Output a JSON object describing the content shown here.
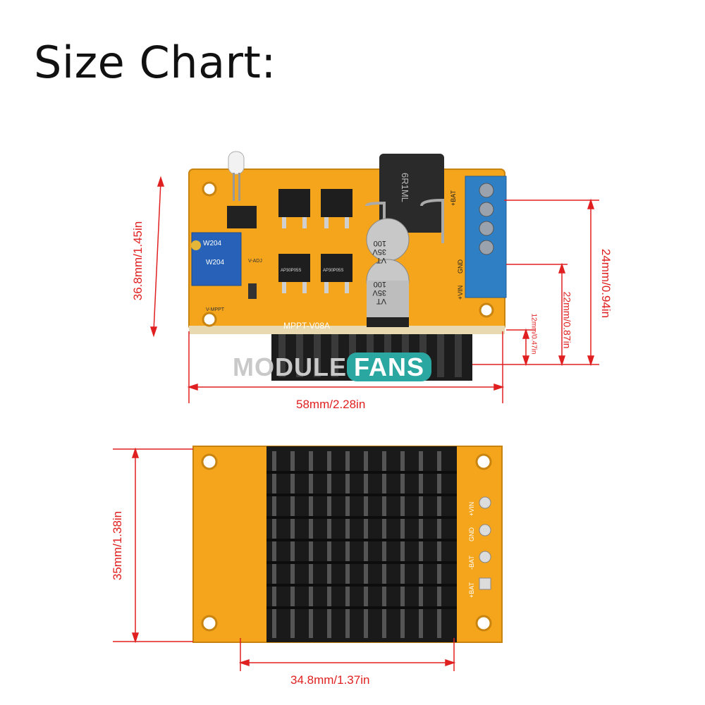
{
  "title": "Size Chart:",
  "dimensions": {
    "top_height": "36.8mm/1.45in",
    "top_width": "58mm/2.28in",
    "right_24": "24mm/0.94in",
    "right_22": "22mm/0.87in",
    "right_12": "12mm/0.47in",
    "bottom_height": "35mm/1.38in",
    "bottom_width": "34.8mm/1.37in"
  },
  "board_labels": {
    "model": "MPPT-V08A",
    "inductor": "6R1ML",
    "cap_value": "100",
    "cap_voltage": "35V",
    "cap_series": "VT",
    "pot": "W204",
    "v_adj": "V-ADJ",
    "v_mppt": "V-MPPT",
    "bat_minus": "-BAT",
    "gnd": "GND",
    "vin_plus": "+VIN",
    "bat_plus": "+BAT",
    "mosfet_code": "AP30P05S"
  },
  "watermark": {
    "left": "MODULE",
    "right": "FANS"
  },
  "colors": {
    "dimension": "#e02020",
    "pcb": "#f4a51c",
    "heatsink": "#1a1a1a",
    "terminal": "#2e7fc4"
  }
}
